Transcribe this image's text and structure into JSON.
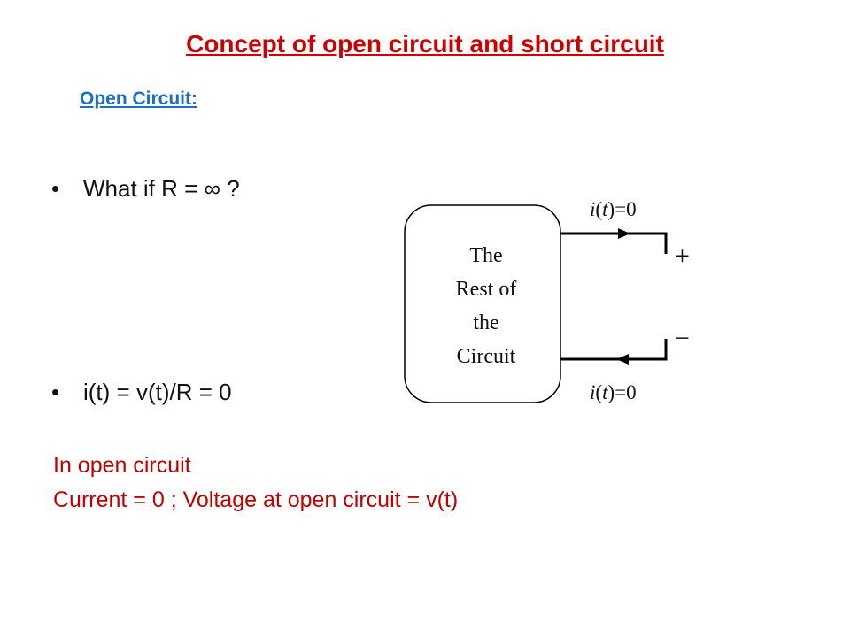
{
  "title": "Concept of open circuit and short circuit",
  "subtitle": "Open Circuit:",
  "bullets": [
    {
      "symbol": "•",
      "text": "What if R = ∞ ?"
    },
    {
      "symbol": "•",
      "text": "i(t) = v(t)/R = 0"
    }
  ],
  "notes": [
    "In open circuit",
    "Current = 0 ; Voltage at open circuit = v(t)"
  ],
  "diagram": {
    "box_lines": [
      "The",
      "Rest of",
      "the",
      "Circuit"
    ],
    "top_current_label": {
      "i": "i",
      "open": "(",
      "t": "t",
      "rest": ")=0"
    },
    "bottom_current_label": {
      "i": "i",
      "open": "(",
      "t": "t",
      "rest": ")=0"
    },
    "plus": "+",
    "minus": "−"
  }
}
